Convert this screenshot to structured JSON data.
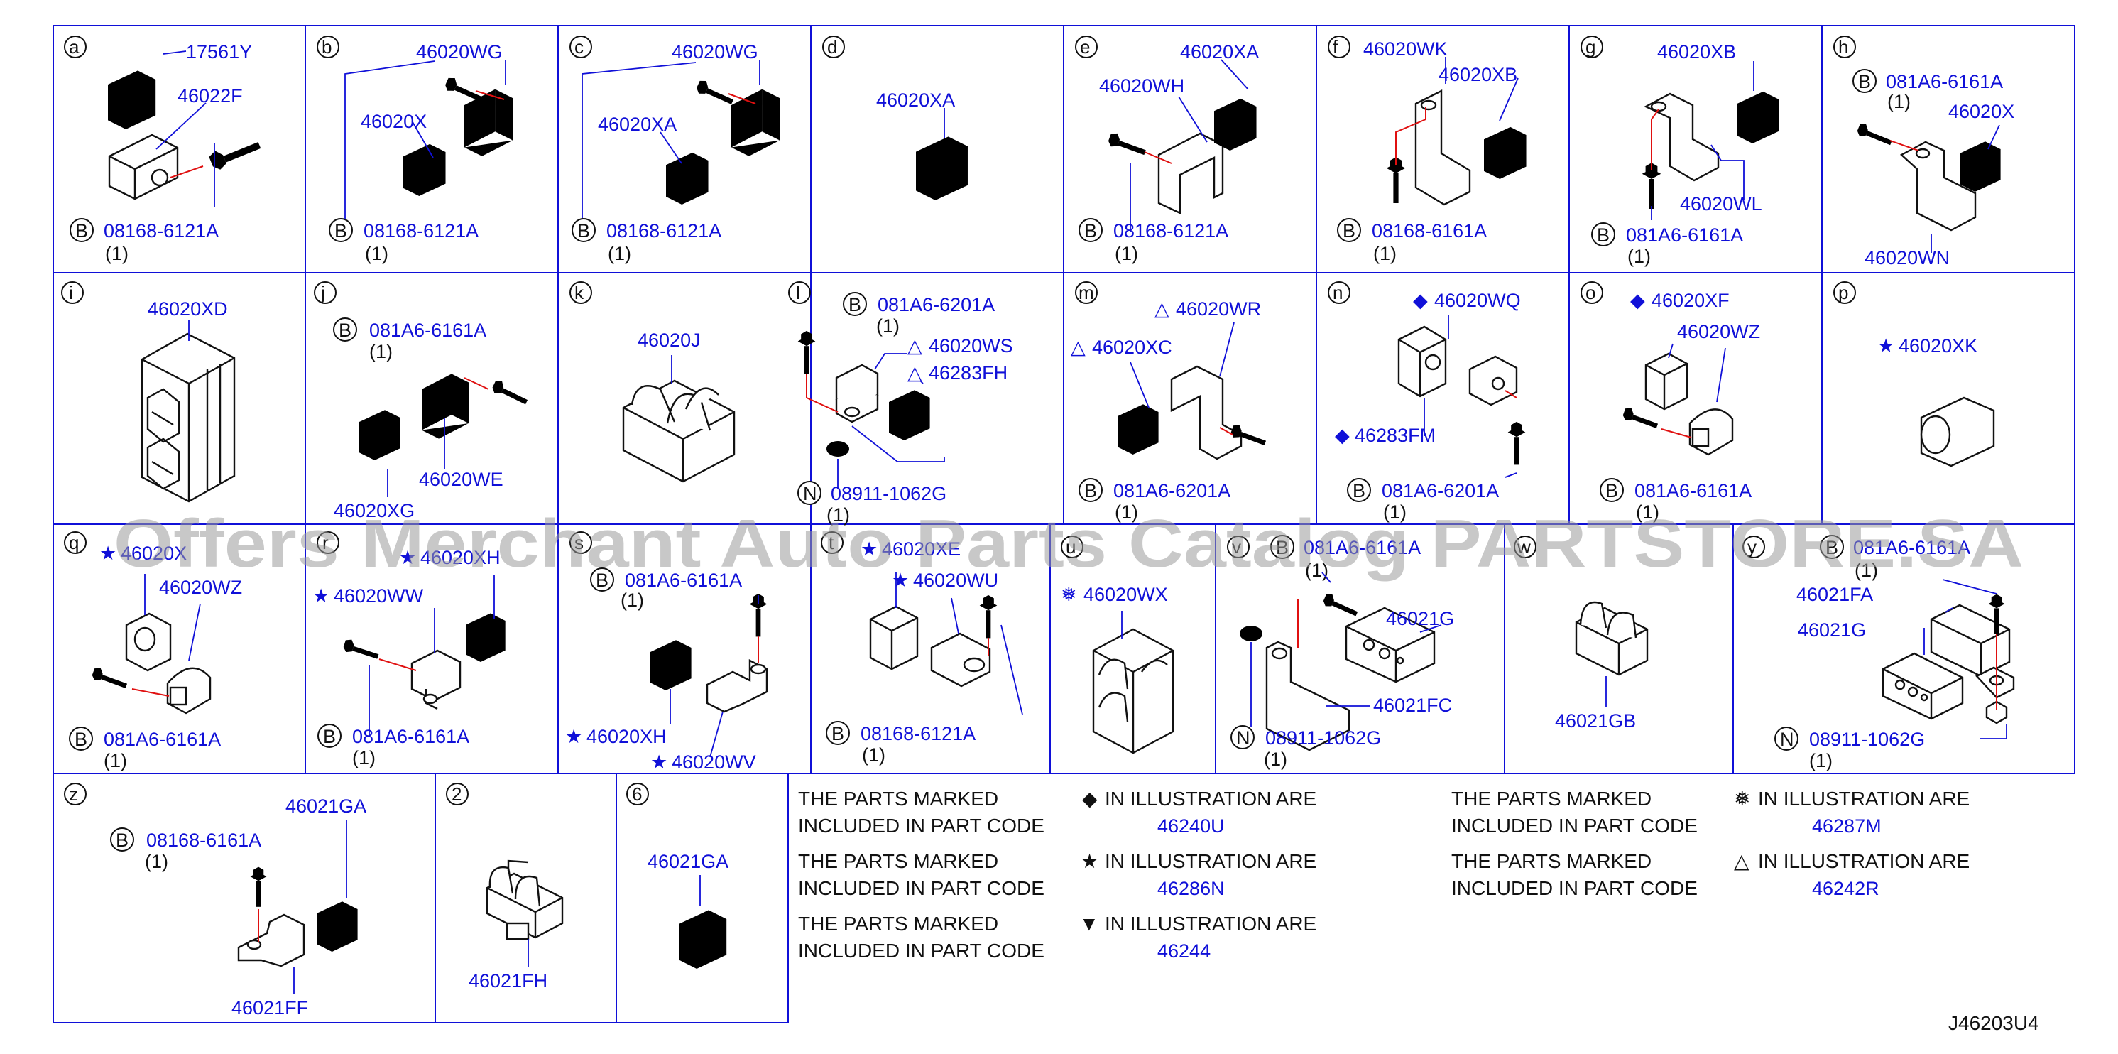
{
  "diagram_code": "J46203U4",
  "watermark": "Offers Merchant Auto Parts Catalog PARTSTORE.SA",
  "cells": {
    "a": {
      "letter": "a",
      "parts": [
        "17561Y",
        "46022F",
        "08168-6121A"
      ],
      "qty": "(1)",
      "b": "B"
    },
    "b": {
      "letter": "b",
      "parts": [
        "46020WG",
        "46020X",
        "08168-6121A"
      ],
      "qty": "(1)",
      "b": "B"
    },
    "c": {
      "letter": "c",
      "parts": [
        "46020WG",
        "46020XA",
        "08168-6121A"
      ],
      "qty": "(1)",
      "b": "B"
    },
    "d": {
      "letter": "d",
      "parts": [
        "46020XA"
      ]
    },
    "e": {
      "letter": "e",
      "parts": [
        "46020XA",
        "46020WH",
        "08168-6121A"
      ],
      "qty": "(1)",
      "b": "B"
    },
    "f": {
      "letter": "f",
      "parts": [
        "46020WK",
        "46020XB",
        "08168-6161A"
      ],
      "qty": "(1)",
      "b": "B"
    },
    "g": {
      "letter": "g",
      "parts": [
        "46020XB",
        "46020WL",
        "081A6-6161A"
      ],
      "qty": "(1)",
      "b": "B"
    },
    "h": {
      "letter": "h",
      "parts": [
        "081A6-6161A",
        "46020X",
        "46020WN"
      ],
      "qty": "(1)",
      "b": "B"
    },
    "i": {
      "letter": "i",
      "parts": [
        "46020XD"
      ]
    },
    "j": {
      "letter": "j",
      "parts": [
        "081A6-6161A",
        "46020WE",
        "46020XG"
      ],
      "qty": "(1)",
      "b": "B"
    },
    "k": {
      "letter": "k",
      "parts": [
        "46020J"
      ]
    },
    "l": {
      "letter": "l",
      "parts": [
        "081A6-6201A",
        "46020WS",
        "46283FH",
        "08911-1062G"
      ],
      "qty": "(1)",
      "qty2": "(1)",
      "b": "B",
      "n": "N",
      "sym": [
        "△",
        "△"
      ]
    },
    "m": {
      "letter": "m",
      "parts": [
        "46020WR",
        "46020XC",
        "081A6-6201A"
      ],
      "qty": "(1)",
      "b": "B",
      "sym": [
        "△",
        "△"
      ]
    },
    "n": {
      "letter": "n",
      "parts": [
        "46020WQ",
        "46283FM",
        "081A6-6201A"
      ],
      "qty": "(1)",
      "b": "B",
      "sym": [
        "◆",
        "◆"
      ]
    },
    "o": {
      "letter": "o",
      "parts": [
        "46020XF",
        "46020WZ",
        "081A6-6161A"
      ],
      "qty": "(1)",
      "b": "B",
      "sym": [
        "◆"
      ]
    },
    "p": {
      "letter": "p",
      "parts": [
        "46020XK"
      ],
      "sym": [
        "★"
      ]
    },
    "q": {
      "letter": "q",
      "parts": [
        "46020X",
        "46020WZ",
        "081A6-6161A"
      ],
      "qty": "(1)",
      "b": "B",
      "sym": [
        "★"
      ]
    },
    "r": {
      "letter": "r",
      "parts": [
        "46020XH",
        "46020WW",
        "081A6-6161A"
      ],
      "qty": "(1)",
      "b": "B",
      "sym": [
        "★",
        "★"
      ]
    },
    "s": {
      "letter": "s",
      "parts": [
        "081A6-6161A",
        "46020XH",
        "46020WV"
      ],
      "qty": "(1)",
      "b": "B",
      "sym": [
        "★",
        "★"
      ]
    },
    "t": {
      "letter": "t",
      "parts": [
        "46020XE",
        "46020WU",
        "08168-6121A"
      ],
      "qty": "(1)",
      "b": "B",
      "sym": [
        "★",
        "★"
      ]
    },
    "u": {
      "letter": "u",
      "parts": [
        "46020WX"
      ],
      "sym": [
        "❅"
      ]
    },
    "v": {
      "letter": "v",
      "parts": [
        "081A6-6161A",
        "46021G",
        "46021FC",
        "08911-1062G"
      ],
      "qty": "(1)",
      "qty2": "(1)",
      "b": "B",
      "n": "N"
    },
    "w": {
      "letter": "w",
      "parts": [
        "46021GB"
      ]
    },
    "y": {
      "letter": "y",
      "parts": [
        "081A6-6161A",
        "46021FA",
        "46021G",
        "08911-1062G"
      ],
      "qty": "(1)",
      "qty2": "(1)",
      "b": "B",
      "n": "N"
    },
    "z": {
      "letter": "z",
      "parts": [
        "46021GA",
        "08168-6161A",
        "46021FF"
      ],
      "qty": "(1)",
      "b": "B"
    },
    "c2": {
      "letter": "2",
      "parts": [
        "46021FH"
      ]
    },
    "c6": {
      "letter": "6",
      "parts": [
        "46021GA"
      ]
    }
  },
  "notes": {
    "n1": {
      "line1": "THE  PARTS  MARKED",
      "sym": "◆",
      "tail": "IN  ILLUSTRATION  ARE",
      "line2": "INCLUDED  IN  PART  CODE",
      "code": "46240U"
    },
    "n2": {
      "line1": "THE  PARTS  MARKED",
      "sym": "★",
      "tail": "IN  ILLUSTRATION  ARE",
      "line2": "INCLUDED  IN  PART  CODE",
      "code": "46286N"
    },
    "n3": {
      "line1": "THE  PARTS  MARKED",
      "sym": "▼",
      "tail": "IN  ILLUSTRATION  ARE",
      "line2": "INCLUDED  IN  PART  CODE",
      "code": "46244"
    },
    "n4": {
      "line1": "THE  PARTS  MARKED",
      "sym": "❅",
      "tail": "IN  ILLUSTRATION  ARE",
      "line2": "INCLUDED  IN  PART  CODE",
      "code": "46287M"
    },
    "n5": {
      "line1": "THE  PARTS  MARKED",
      "sym": "△",
      "tail": "IN  ILLUSTRATION  ARE",
      "line2": "INCLUDED  IN  PART  CODE",
      "code": "46242R"
    }
  }
}
